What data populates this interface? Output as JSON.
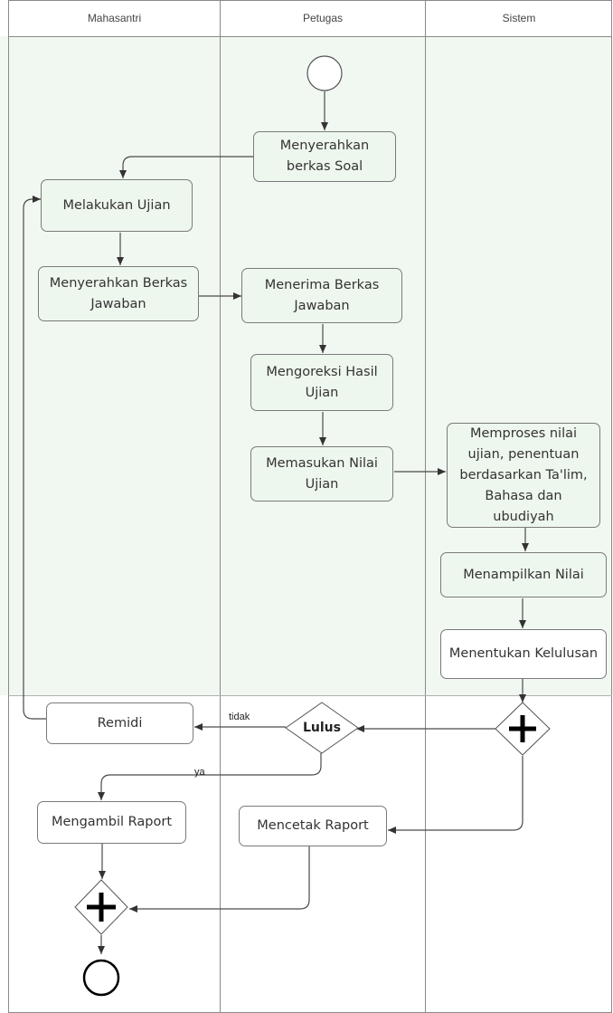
{
  "lanes": {
    "mahasantri": "Mahasantri",
    "petugas": "Petugas",
    "sistem": "Sistem"
  },
  "activities": {
    "menyerahkan_soal": "Menyerahkan berkas Soal",
    "melakukan_ujian": "Melakukan Ujian",
    "menyerahkan_jawaban": "Menyerahkan Berkas Jawaban",
    "menerima_jawaban": "Menerima Berkas Jawaban",
    "mengoreksi": "Mengoreksi Hasil Ujian",
    "memasukan_nilai": "Memasukan Nilai Ujian",
    "memproses": "Memproses nilai ujian, penentuan berdasarkan Ta'lim, Bahasa dan ubudiyah",
    "menampilkan": "Menampilkan Nilai",
    "menentukan": "Menentukan Kelulusan",
    "remidi": "Remidi",
    "mengambil_raport": "Mengambil Raport",
    "mencetak_raport": "Mencetak Raport"
  },
  "decision": {
    "label": "Lulus",
    "no_label": "tidak",
    "yes_label": "ya"
  },
  "colors": {
    "line": "#4a4a4a",
    "lane_border": "#8a8a8a",
    "node_fill_green": "#eef7ee"
  }
}
